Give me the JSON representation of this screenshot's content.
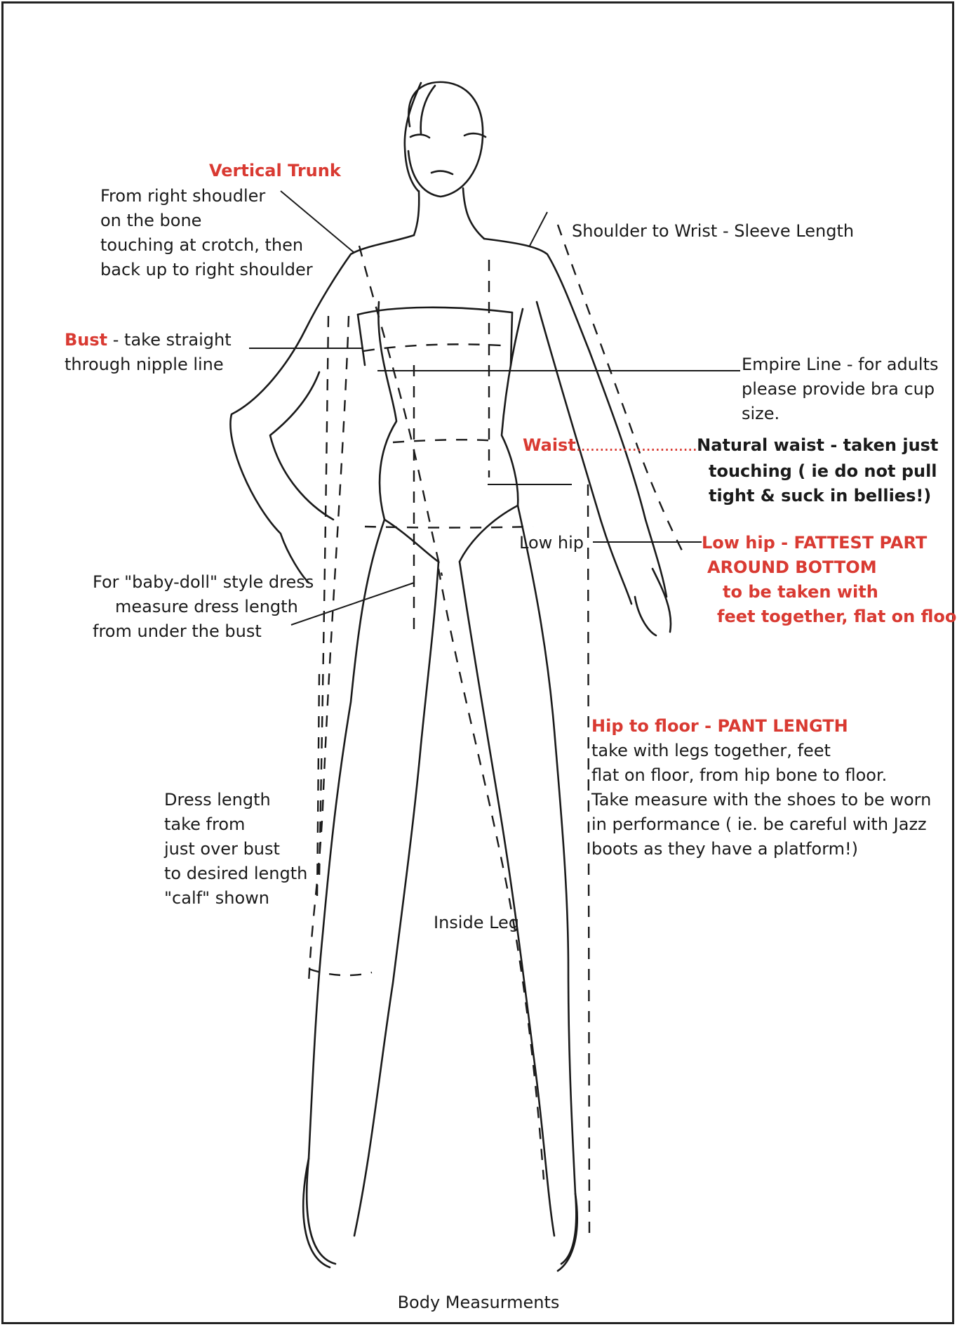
{
  "title": "Body Measurments",
  "colors": {
    "accent_red": "#d93a32",
    "ink": "#1a1a1a",
    "frame": "#222222"
  },
  "labels": {
    "vertical_trunk": {
      "heading": "Vertical Trunk",
      "lines": [
        "From right shoudler",
        "on the bone",
        "touching at crotch, then",
        "back up to right shoulder"
      ]
    },
    "sleeve": {
      "text": "Shoulder to Wrist - Sleeve Length"
    },
    "bust": {
      "heading": "Bust",
      "rest": " - take straight",
      "line2": "through nipple line"
    },
    "empire": {
      "lines": [
        "Empire Line - for adults",
        "please provide bra cup",
        "size."
      ]
    },
    "waist": {
      "heading": "Waist",
      "dots": "..........................",
      "lines": [
        "Natural waist - taken just",
        "touching ( ie do not pull",
        "tight & suck in bellies!)"
      ]
    },
    "low_hip_small": "Low hip",
    "low_hip": {
      "lines": [
        "Low hip - FATTEST PART",
        "AROUND BOTTOM",
        "to be taken with",
        "feet together, flat on floor"
      ]
    },
    "baby_doll": {
      "lines": [
        "For \"baby-doll\" style dress",
        "measure dress length",
        "from under the bust"
      ]
    },
    "pant": {
      "heading": "Hip to floor - PANT LENGTH",
      "lines": [
        "take with legs together, feet",
        "flat on floor, from hip bone to floor.",
        "Take measure with the shoes to be worn",
        "in performance ( ie. be careful with Jazz",
        "boots as they have a platform!)"
      ]
    },
    "dress_length": {
      "lines": [
        "Dress length",
        "take from",
        "just over bust",
        "to desired length",
        "\"calf\" shown"
      ]
    },
    "inside_leg": "Inside Leg"
  }
}
